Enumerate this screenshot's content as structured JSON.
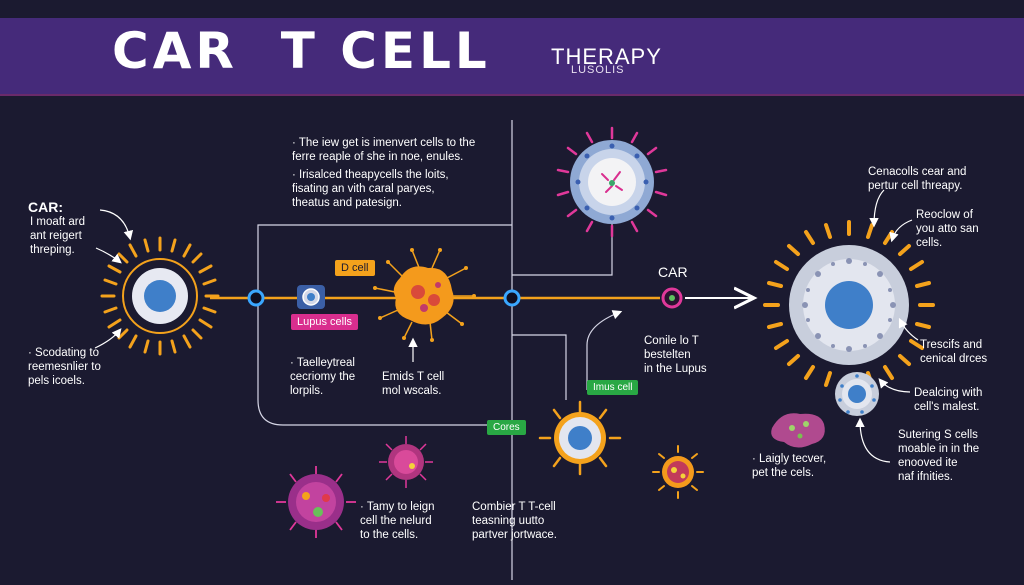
{
  "header": {
    "title": "CAR  T CELL",
    "subtitle": "THERAPY",
    "subtitle2": "LUSOLIS"
  },
  "annotations": {
    "car_left_heading": "CAR:",
    "car_left_body": "I moaft ard\nant reigert\nthreping.",
    "left_bottom": "· Scodating to\n  reemesnlier to\n  pels icoels.",
    "top_bullets_1": "· The iew get is imenvert cells to the\n  ferre reaple of she in noe, enules.",
    "top_bullets_2": "· Irisalced theapycells the loits,\n  fisating an vith caral paryes,\n  theatus and patesign.",
    "mid_left": "· Taelleytreal\n  cecriomy the\n  lorpils.",
    "mid_center": "Emids T cell\nmol wscals.",
    "bottom_left": "· Tamy to leign\n  cell the nelurd\n  to the cells.",
    "bottom_center": "Combier T T-cell\nteasning uutto\npartver jortwace.",
    "car_right_label": "CAR",
    "center_right": "Conile lo T\nbestelten\nin the Lupus",
    "right_top": "Cenacolls cear and\npertur cell threapy.",
    "right_2": "Reoclow of\nyou atto san\ncells.",
    "right_3": "Trescifs and\ncenical drces",
    "right_4": "Dealcing with\ncell's malest.",
    "right_5": "Sutering S cells\nmoable in in the\nenooved ite\nnaf ifnities.",
    "right_6": "· Laigly tecver,\n  pet the cels."
  },
  "tags": {
    "d_cell": "D cell",
    "lupus_cells": "Lupus cells",
    "imus_cell": "Imus cell",
    "cores": "Cores"
  },
  "colors": {
    "background": "#1b1a30",
    "banner": "#452a7a",
    "accent_orange": "#f4a21c",
    "accent_blue": "#3f7fc9",
    "magenta": "#d92e8e",
    "green": "#29a844"
  }
}
